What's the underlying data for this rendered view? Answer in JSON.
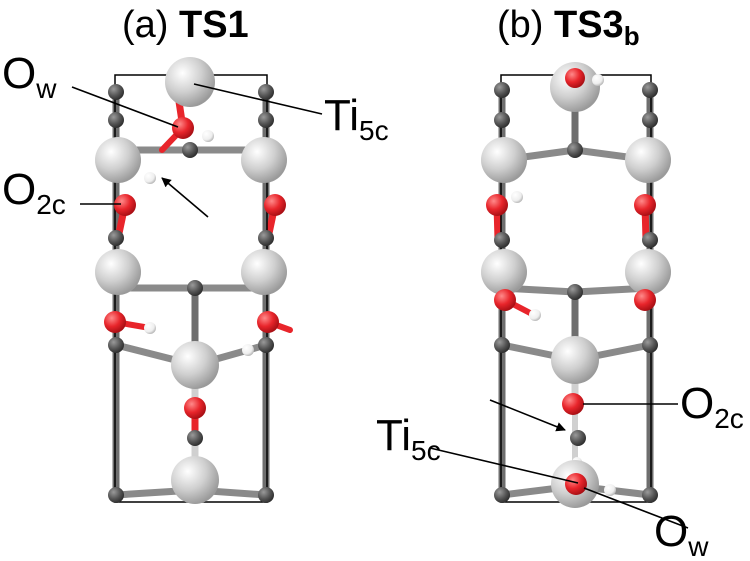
{
  "panels": [
    {
      "id": "a",
      "prefix": "(a) ",
      "name": "TS1",
      "name_subscript": "",
      "labels": [
        {
          "id": "ow",
          "main": "O",
          "sub": "w"
        },
        {
          "id": "ti5c",
          "main": "Ti",
          "sub": "5c"
        },
        {
          "id": "o2c",
          "main": "O",
          "sub": "2c"
        }
      ]
    },
    {
      "id": "b",
      "prefix": "(b) ",
      "name": "TS3",
      "name_subscript": "b",
      "labels": [
        {
          "id": "o2c",
          "main": "O",
          "sub": "2c"
        },
        {
          "id": "ti5c",
          "main": "Ti",
          "sub": "5c"
        },
        {
          "id": "ow",
          "main": "O",
          "sub": "w"
        }
      ]
    }
  ],
  "colors": {
    "titanium": "#c8c8c8",
    "oxygen_lattice": "#585858",
    "oxygen_water": "#e8252b",
    "hydrogen": "#ffffff",
    "cell_box": "#000000"
  }
}
